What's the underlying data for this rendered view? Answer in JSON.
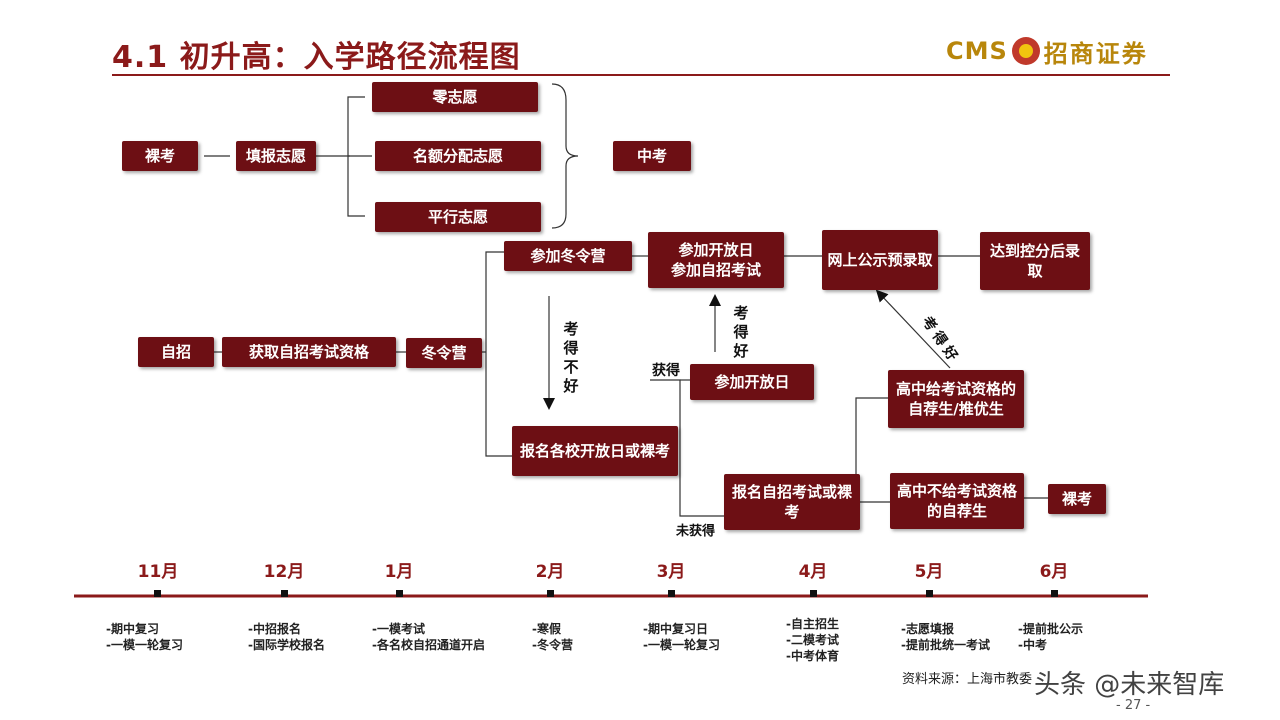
{
  "header": {
    "title": "4.1 初升高：入学路径流程图",
    "logo_cms": "CMS",
    "logo_cn": "招商证券"
  },
  "flow": {
    "luokao_top": "裸考",
    "tianbao": "填报志愿",
    "zero": "零志愿",
    "mingE": "名额分配志愿",
    "pingxing": "平行志愿",
    "zhongkao_top": "中考",
    "zizhao": "自招",
    "huoqu": "获取自招考试资格",
    "dongling": "冬令营",
    "canjia_dongling": "参加冬令营",
    "kaifang_zizhao_l1": "参加开放日",
    "kaifang_zizhao_l2": "参加自招考试",
    "wangshang": "网上公示预录取",
    "dadao": "达到控分后录取",
    "baoming_kaifang": "报名各校开放日或裸考",
    "canjia_kaifang": "参加开放日",
    "gaozhong_gei": "高中给考试资格的自荐生/推优生",
    "baoming_zizhao": "报名自招考试或裸考",
    "gaozhong_bugei": "高中不给考试资格的自荐生",
    "luokao_bottom": "裸考",
    "label_kaobuhao": "考得不好",
    "label_kaohao_1": "考得好",
    "label_kaohao_2": "考得好",
    "label_huode": "获得",
    "label_weihuode": "未获得"
  },
  "timeline": [
    {
      "month": "11月",
      "events": [
        "-期中复习",
        "-一模一轮复习"
      ]
    },
    {
      "month": "12月",
      "events": [
        "-中招报名",
        "-国际学校报名"
      ]
    },
    {
      "month": "1月",
      "events": [
        "-一模考试",
        "-各名校自招通道开启"
      ]
    },
    {
      "month": "2月",
      "events": [
        "-寒假",
        "-冬令营"
      ]
    },
    {
      "month": "3月",
      "events": [
        "-期中复习日",
        "-一模一轮复习"
      ]
    },
    {
      "month": "4月",
      "events": [
        "-自主招生",
        "-二模考试",
        "-中考体育"
      ]
    },
    {
      "month": "5月",
      "events": [
        "-志愿填报",
        "-提前批统一考试"
      ]
    },
    {
      "month": "6月",
      "events": [
        "-提前批公示",
        "-中考"
      ]
    }
  ],
  "footer": {
    "source": "资料来源：上海市教委",
    "watermark": "头条 @未来智库",
    "page": "- 27 -"
  },
  "colors": {
    "box_fill": "#6d0f14",
    "accent": "#8b1a1a",
    "logo_gold": "#b8860b"
  }
}
